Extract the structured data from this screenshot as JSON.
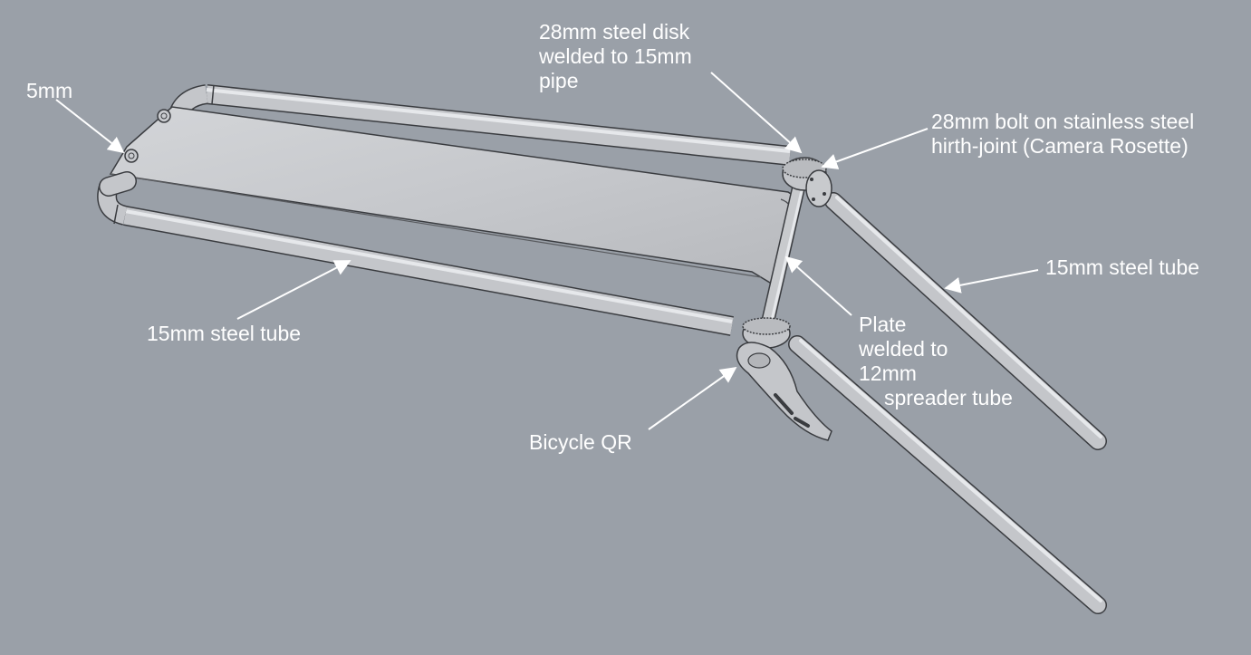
{
  "diagram": {
    "labels": {
      "five_mm": "5mm",
      "disk_line1": "28mm steel disk",
      "disk_line2": "welded to 15mm",
      "disk_line3": "pipe",
      "bolt_line1": "28mm bolt on stainless steel",
      "bolt_line2": "hirth-joint (Camera Rosette)",
      "tube_right": "15mm steel tube",
      "tube_left": "15mm steel tube",
      "plate_line1": "Plate",
      "plate_line2": "welded to",
      "plate_line3": "12mm",
      "plate_line4": "spreader tube",
      "bicycle_qr": "Bicycle QR"
    },
    "colors": {
      "background": "#9aa0a8",
      "tube": "#c4c6ca",
      "tube_highlight": "#e6e8eb",
      "plate": "#c9cbcf",
      "outline": "#3a3c40",
      "label": "#ffffff"
    }
  }
}
